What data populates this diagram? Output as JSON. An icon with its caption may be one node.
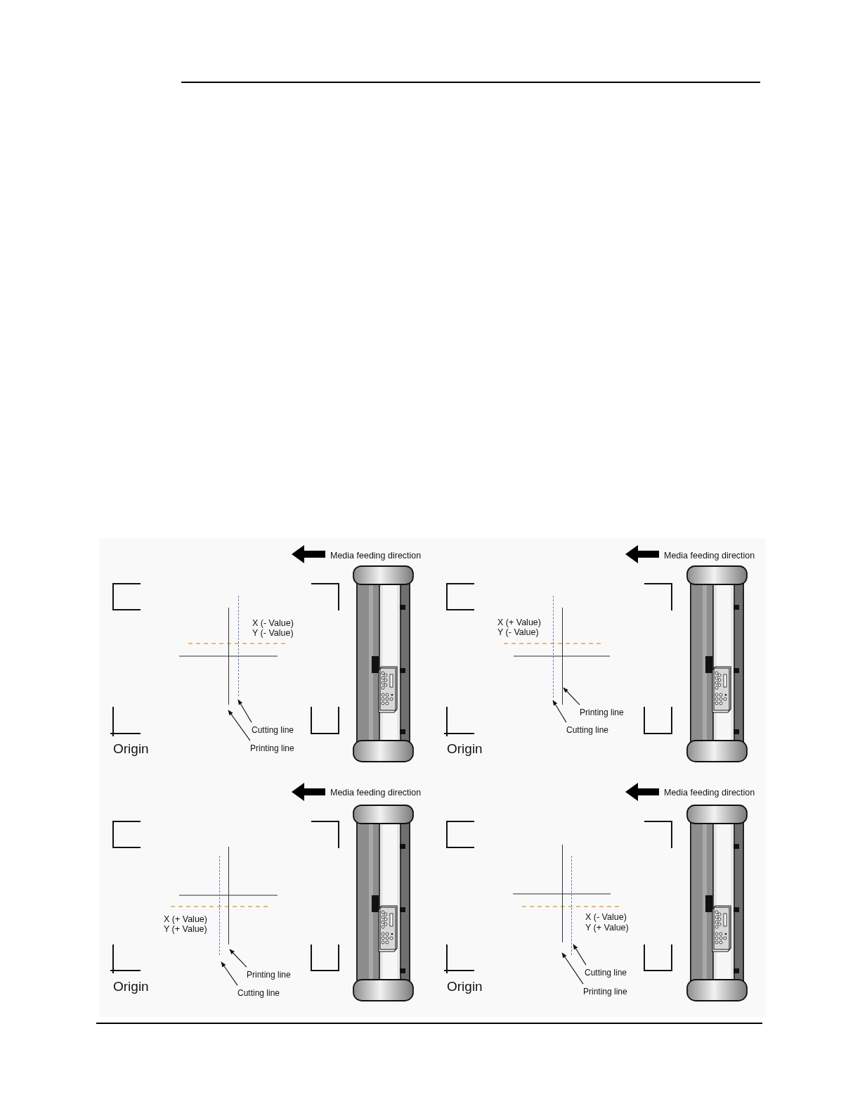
{
  "diagram": {
    "nodes": [
      {
        "text": [
          "Cutting line"
        ]
      },
      {
        "text": [
          "Printing line"
        ]
      },
      {
        "text": [],
        "shape": "line"
      },
      {
        "text": [],
        "shape": "line"
      },
      {
        "text": [
          "Printing line"
        ]
      },
      {
        "text": [
          "Cutting line"
        ]
      },
      {
        "text": [],
        "shape": "line"
      },
      {
        "text": [],
        "shape": "line"
      },
      {
        "text": [
          "Printing line"
        ]
      },
      {
        "text": [
          "Cutting line"
        ]
      },
      {
        "text": [],
        "shape": "line"
      },
      {
        "text": [],
        "shape": "line"
      },
      {
        "text": [
          "Cutting line"
        ]
      },
      {
        "text": [
          "Printing line"
        ]
      },
      {
        "text": [],
        "shape": "line"
      },
      {
        "text": [],
        "shape": "line"
      }
    ],
    "edges": [
      {
        "from": 0,
        "to": 3,
        "arrow": "to"
      },
      {
        "from": 1,
        "to": 2,
        "arrow": "to"
      },
      {
        "from": 4,
        "to": 7,
        "arrow": "to"
      },
      {
        "from": 5,
        "to": 6,
        "arrow": "to"
      },
      {
        "from": 8,
        "to": 11,
        "arrow": "to"
      },
      {
        "from": 9,
        "to": 10,
        "arrow": "to"
      },
      {
        "from": 12,
        "to": 15,
        "arrow": "to"
      },
      {
        "from": 13,
        "to": 14,
        "arrow": "to"
      }
    ],
    "labels": [
      "Media feeding direction",
      "X (- Value)",
      "Y (- Value)",
      "Origin",
      "Media feeding direction",
      "X (+ Value)",
      "Y (- Value)",
      "Origin",
      "Media feeding direction",
      "X (+ Value)",
      "Y (+ Value)",
      "Origin",
      "Media feeding direction",
      "X (- Value)",
      "Y (+ Value)",
      "Origin"
    ]
  }
}
